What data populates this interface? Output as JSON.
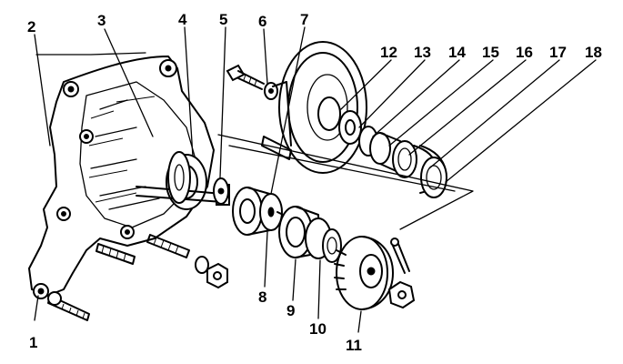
{
  "labels": [
    "1",
    "2",
    "3",
    "4",
    "5",
    "6",
    "7",
    "8",
    "9",
    "10",
    "11",
    "12",
    "13",
    "14",
    "15",
    "16",
    "17",
    "18"
  ],
  "colors": {
    "ink": "#000000",
    "paper": "#ffffff"
  }
}
